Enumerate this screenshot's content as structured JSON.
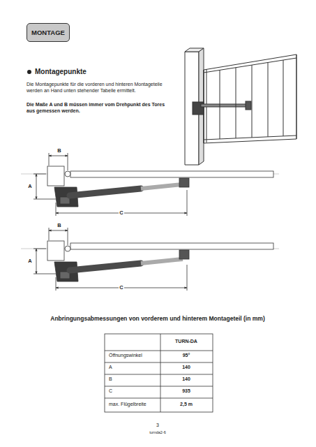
{
  "diagram": {
    "nodes": [
      {
        "text": [
          "MONTAGE"
        ]
      }
    ],
    "labels": [
      "Montagepunkte",
      "Die Montagepunkte für die vorderen und hinteren Montageteile werden an Hand unten stehender Tabelle ermittelt.",
      "Die Maße A und B müssen immer vom Drehpunkt des Tores aus gemessen werden.",
      "B",
      "A",
      "C",
      "B",
      "A",
      "C",
      "Anbringungsabmessungen von vorderem und hinterem Montageteil (in mm)",
      "TURN-DA",
      "Öffnungswinkel",
      "95°",
      "A",
      "140",
      "B",
      "140",
      "C",
      "935",
      "max. Flügelbreite",
      "2,5 m",
      "3",
      "turnda2-6"
    ]
  }
}
